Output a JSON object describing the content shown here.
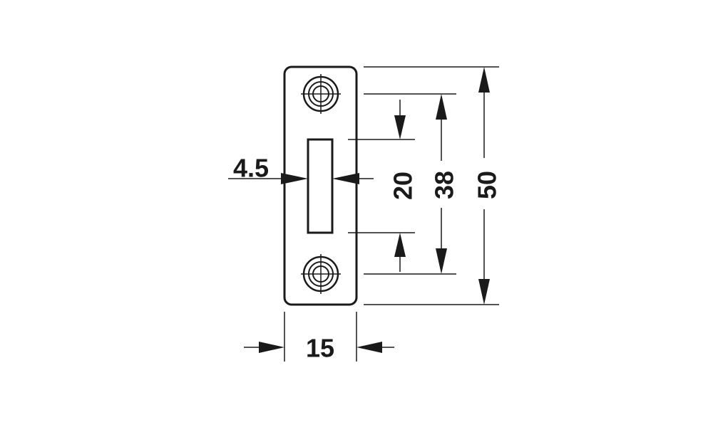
{
  "dimensions": {
    "slot_offset": "4.5",
    "plate_width": "15",
    "slot_height": "20",
    "hole_spacing": "38",
    "plate_height": "50"
  },
  "colors": {
    "line": "#1a1a1a",
    "background": "#ffffff"
  }
}
